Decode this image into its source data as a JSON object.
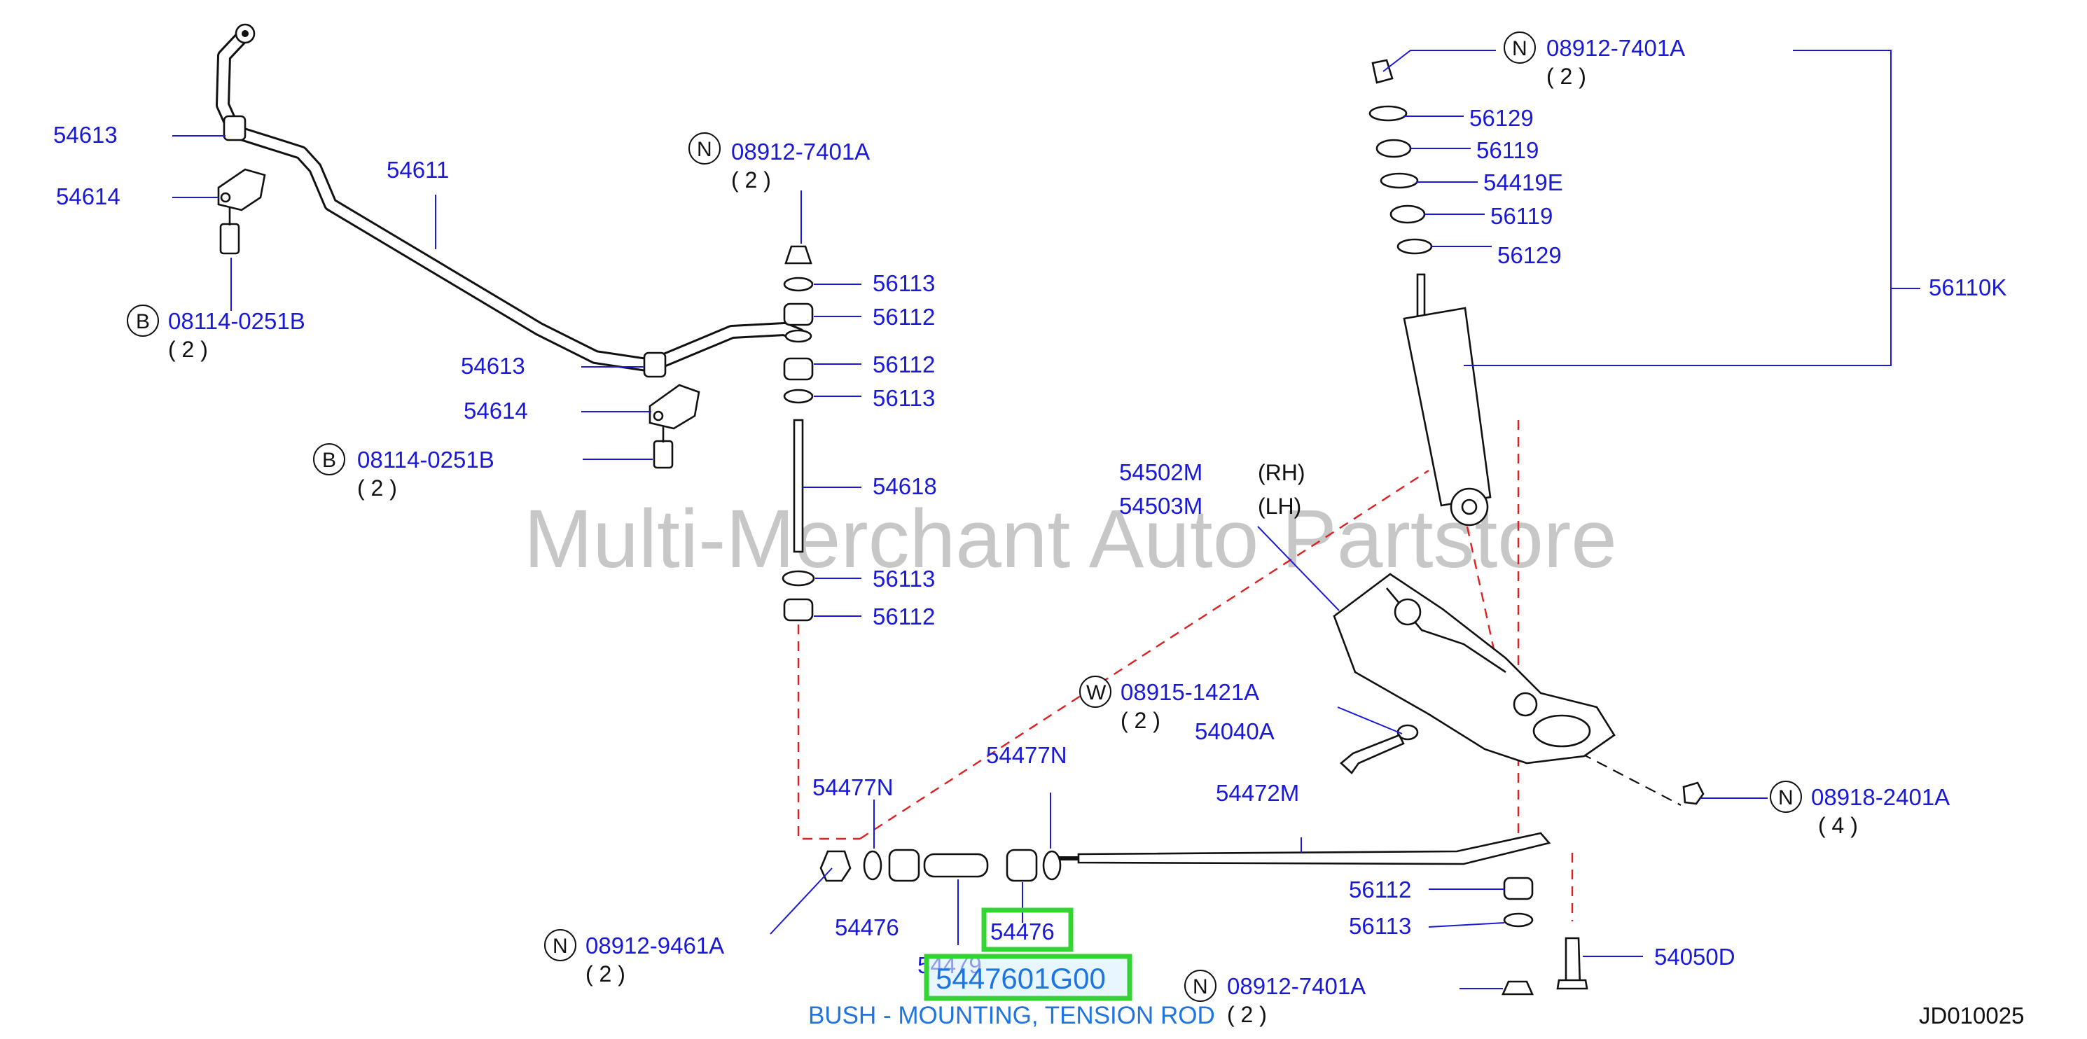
{
  "watermark": "Multi-Merchant Auto Partstore",
  "diagram_code": "JD010025",
  "caption": "BUSH - MOUNTING, TENSION ROD",
  "highlight_part": "5447601G00",
  "colors": {
    "label": "#1a1ad6",
    "highlight_border": "#35d435",
    "caption": "#1f74e0",
    "guide_dash": "#e02020"
  },
  "labels": {
    "l54613_a": "54613",
    "l54614_a": "54614",
    "l54611": "54611",
    "l08114_a": "08114-0251B",
    "q08114_a": "( 2 )",
    "l54613_b": "54613",
    "l54614_b": "54614",
    "l08114_b": "08114-0251B",
    "q08114_b": "( 2 )",
    "l08912_top": "08912-7401A",
    "q08912_top": "( 2 )",
    "l56113_a": "56113",
    "l56112_a": "56112",
    "l56112_b": "56112",
    "l56113_b": "56113",
    "l54618": "54618",
    "l56113_c": "56113",
    "l56112_c": "56112",
    "l08912_shock": "08912-7401A",
    "q08912_shock": "( 2 )",
    "l56129_a": "56129",
    "l56119_a": "56119",
    "l54419E": "54419E",
    "l56119_b": "56119",
    "l56129_b": "56129",
    "l56110K": "56110K",
    "l54502M": "54502M",
    "l54503M": "54503M",
    "rh": "(RH)",
    "lh": "(LH)",
    "l08915": "08915-1421A",
    "q08915": "( 2 )",
    "l54040A": "54040A",
    "l08918": "08918-2401A",
    "q08918": "( 4 )",
    "l54477N_a": "54477N",
    "l54477N_b": "54477N",
    "l54472M": "54472M",
    "l54476_a": "54476",
    "l54476_b": "54476",
    "l54479": "54479",
    "l08912_9461": "08912-9461A",
    "q08912_9461": "( 2 )",
    "l56112_d": "56112",
    "l56113_d": "56113",
    "l54050D": "54050D",
    "l08912_bottom": "08912-7401A",
    "q08912_bottom": "( 2 )"
  },
  "badges": {
    "b": "B",
    "n": "N",
    "w": "W"
  }
}
